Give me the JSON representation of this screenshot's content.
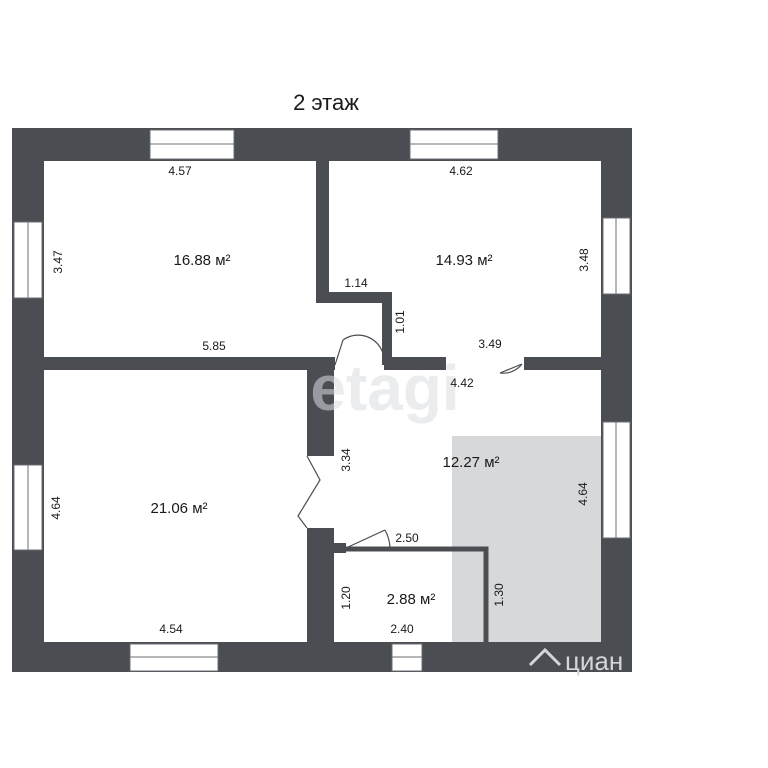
{
  "title": "2 этаж",
  "rooms": {
    "bedroom_top_left": {
      "area": "16.88 м²",
      "dim_top": "4.57",
      "dim_left": "3.47",
      "dim_bottom": "5.85"
    },
    "bedroom_top_right": {
      "area": "14.93 м²",
      "dim_top": "4.62",
      "dim_right": "3.48",
      "dim_notch_w": "1.14",
      "dim_notch_h": "1.01",
      "dim_bottom": "3.49"
    },
    "bedroom_bottom_left": {
      "area": "21.06 м²",
      "dim_left": "4.64",
      "dim_bottom": "4.54"
    },
    "hall": {
      "area": "12.27 м²",
      "dim_top": "4.42",
      "dim_left": "3.34",
      "dim_right": "4.64"
    },
    "bathroom": {
      "area": "2.88 м²",
      "dim_top": "2.50",
      "dim_left": "1.20",
      "dim_right": "1.30",
      "dim_bottom": "2.40"
    }
  },
  "watermarks": {
    "etagi": "etagi",
    "cian": "циан"
  },
  "colors": {
    "wall": "#4a4d52",
    "stair_fill": "#d7d8da",
    "background": "#ffffff"
  }
}
